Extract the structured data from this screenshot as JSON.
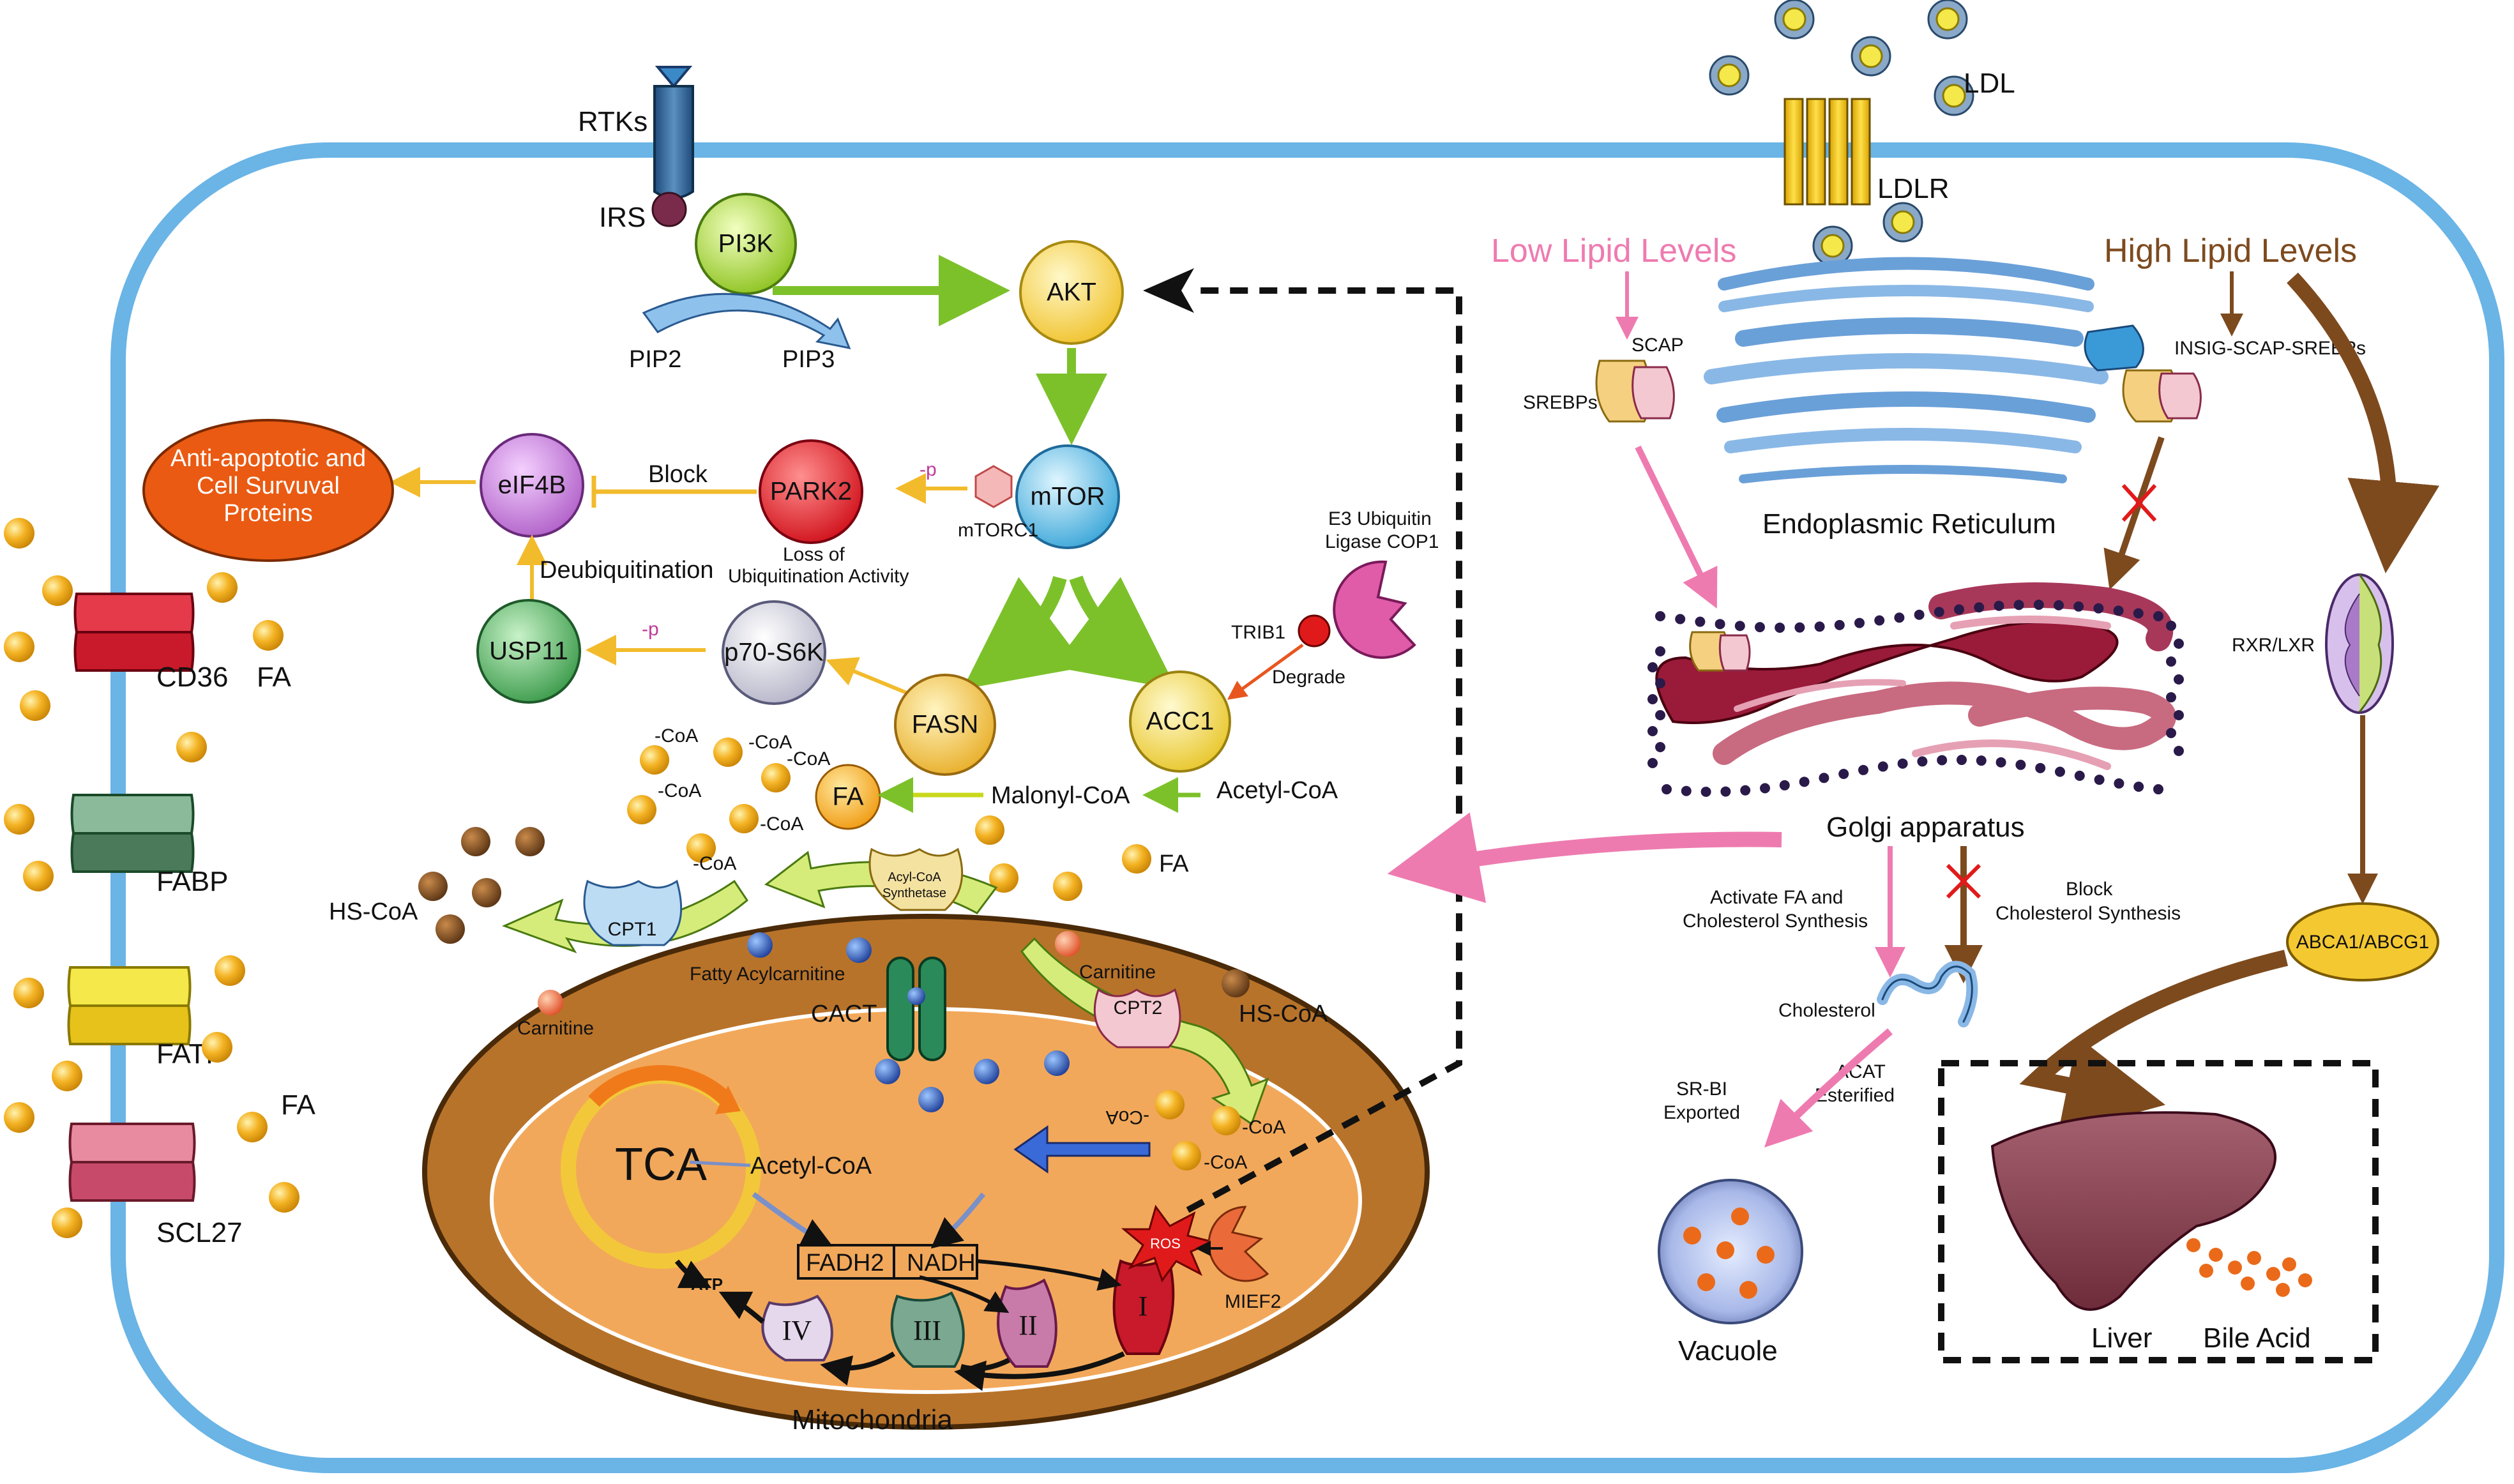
{
  "colors": {
    "membrane": "#6ab4e6",
    "green_arrow": "#7cc12a",
    "yellow_arrow": "#f2bb2c",
    "pink_arrow": "#ee7bb0",
    "brown_arrow": "#7d4a1e",
    "mito_outer": "#b8732a",
    "mito_inner": "#f2a85a",
    "red_x": "#e21a1a"
  },
  "labels": {
    "rtks": "RTKs",
    "irs": "IRS",
    "pi3k": "PI3K",
    "pip2": "PIP2",
    "pip3": "PIP3",
    "akt": "AKT",
    "mtor": "mTOR",
    "mtorc1": "mTORC1",
    "park2": "PARK2",
    "minus_p_1": "-p",
    "loss_line1": "Loss of",
    "loss_line2": "Ubiquitination Activity",
    "block": "Block",
    "eif4b": "eIF4B",
    "anti_line1": "Anti-apoptotic and",
    "anti_line2": "Cell Survuval",
    "anti_line3": "Proteins",
    "deubiquitination": "Deubiquitination",
    "usp11": "USP11",
    "minus_p_2": "-p",
    "p70s6k": "p70-S6K",
    "fasn": "FASN",
    "acc1": "ACC1",
    "e3_line1": "E3 Ubiquitin",
    "e3_line2": "Ligase COP1",
    "trib1": "TRIB1",
    "degrade": "Degrade",
    "fa_node": "FA",
    "malonyl": "Malonyl-CoA",
    "acetyl_top": "Acetyl-CoA",
    "fa_right": "FA",
    "coa1": "-CoA",
    "coa2": "-CoA",
    "coa3": "-CoA",
    "coa4": "-CoA",
    "coa5": "-CoA",
    "coa6": "-CoA",
    "hs_coa_left": "HS-CoA",
    "cpt1": "CPT1",
    "acyl_syn1": "Acyl-CoA",
    "acyl_syn2": "Synthetase",
    "fatty_acylcarnitine": "Fatty Acylcarnitine",
    "carnitine_left": "Carnitine",
    "carnitine_right": "Carnitine",
    "cact": "CACT",
    "cpt2": "CPT2",
    "hs_coa_right": "HS-CoA",
    "coa_m1": "-CoA",
    "coa_m2": "-CoA",
    "coa_m3": "-CoA",
    "tca": "TCA",
    "acetyl_mito": "Acetyl-CoA",
    "fadh2": "FADH2",
    "nadh": "NADH",
    "atp": "ATP",
    "ros": "ROS",
    "mief2": "MIEF2",
    "complex_i": "I",
    "complex_ii": "II",
    "complex_iii": "III",
    "complex_iv": "IV",
    "mitochondria": "Mitochondria",
    "cd36": "CD36",
    "fa_left1": "FA",
    "fabp": "FABP",
    "fatp": "FATP",
    "fa_left2": "FA",
    "scl27": "SCL27",
    "ldl": "LDL",
    "ldlr": "LDLR",
    "low_lipid": "Low Lipid Levels",
    "high_lipid": "High Lipid Levels",
    "scap": "SCAP",
    "srebps": "SREBPs",
    "insig": "INSIG-SCAP-SREBPs",
    "er": "Endoplasmic Reticulum",
    "golgi": "Golgi apparatus",
    "rxr": "RXR/LXR",
    "activate_line1": "Activate FA and",
    "activate_line2": "Cholesterol Synthesis",
    "block_line1": "Block",
    "block_line2": "Cholesterol Synthesis",
    "abca1": "ABCA1/ABCG1",
    "cholesterol": "Cholesterol",
    "srbi_line1": "SR-BI",
    "srbi_line2": "Exported",
    "acat_line1": "ACAT",
    "acat_line2": "Esterified",
    "vacuole": "Vacuole",
    "liver": "Liver",
    "bile_acid": "Bile Acid"
  }
}
